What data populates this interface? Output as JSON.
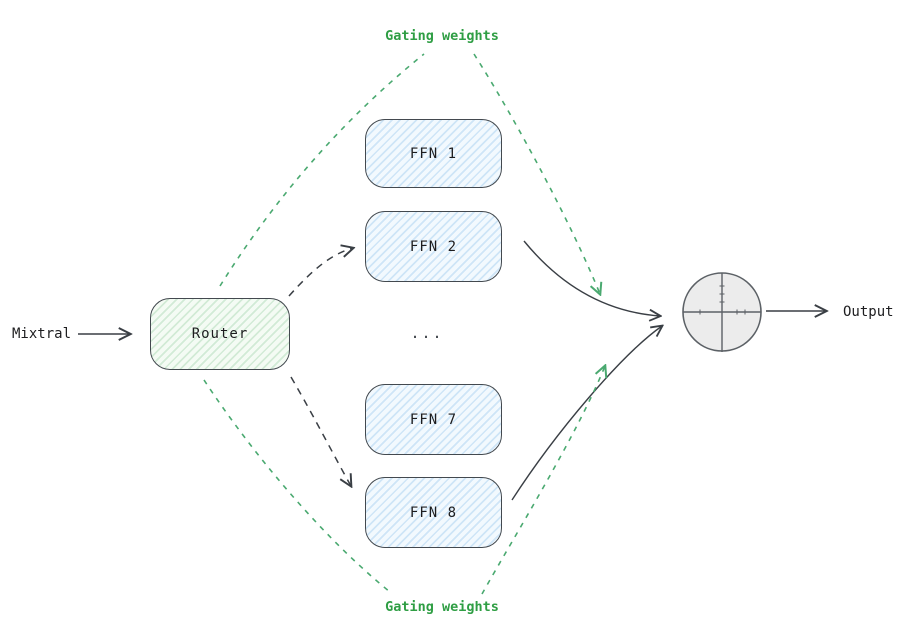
{
  "diagram": {
    "input_label": "Mixtral",
    "router_label": "Router",
    "experts": {
      "ffn1": "FFN 1",
      "ffn2": "FFN 2",
      "ffn7": "FFN 7",
      "ffn8": "FFN 8"
    },
    "ellipsis": "...",
    "output_label": "Output",
    "gating_label_top": "Gating weights",
    "gating_label_bottom": "Gating weights",
    "colors": {
      "accent_green_text": "#2f9e44",
      "gating_dash_green": "#4aa970",
      "stroke_dark": "#3a3f45",
      "expert_fill": "#f2f9fe",
      "expert_hatch": "#cfe7f7",
      "router_fill": "#f4fbf4",
      "router_hatch": "#d4eeda",
      "sum_node_fill": "#ececec"
    }
  }
}
